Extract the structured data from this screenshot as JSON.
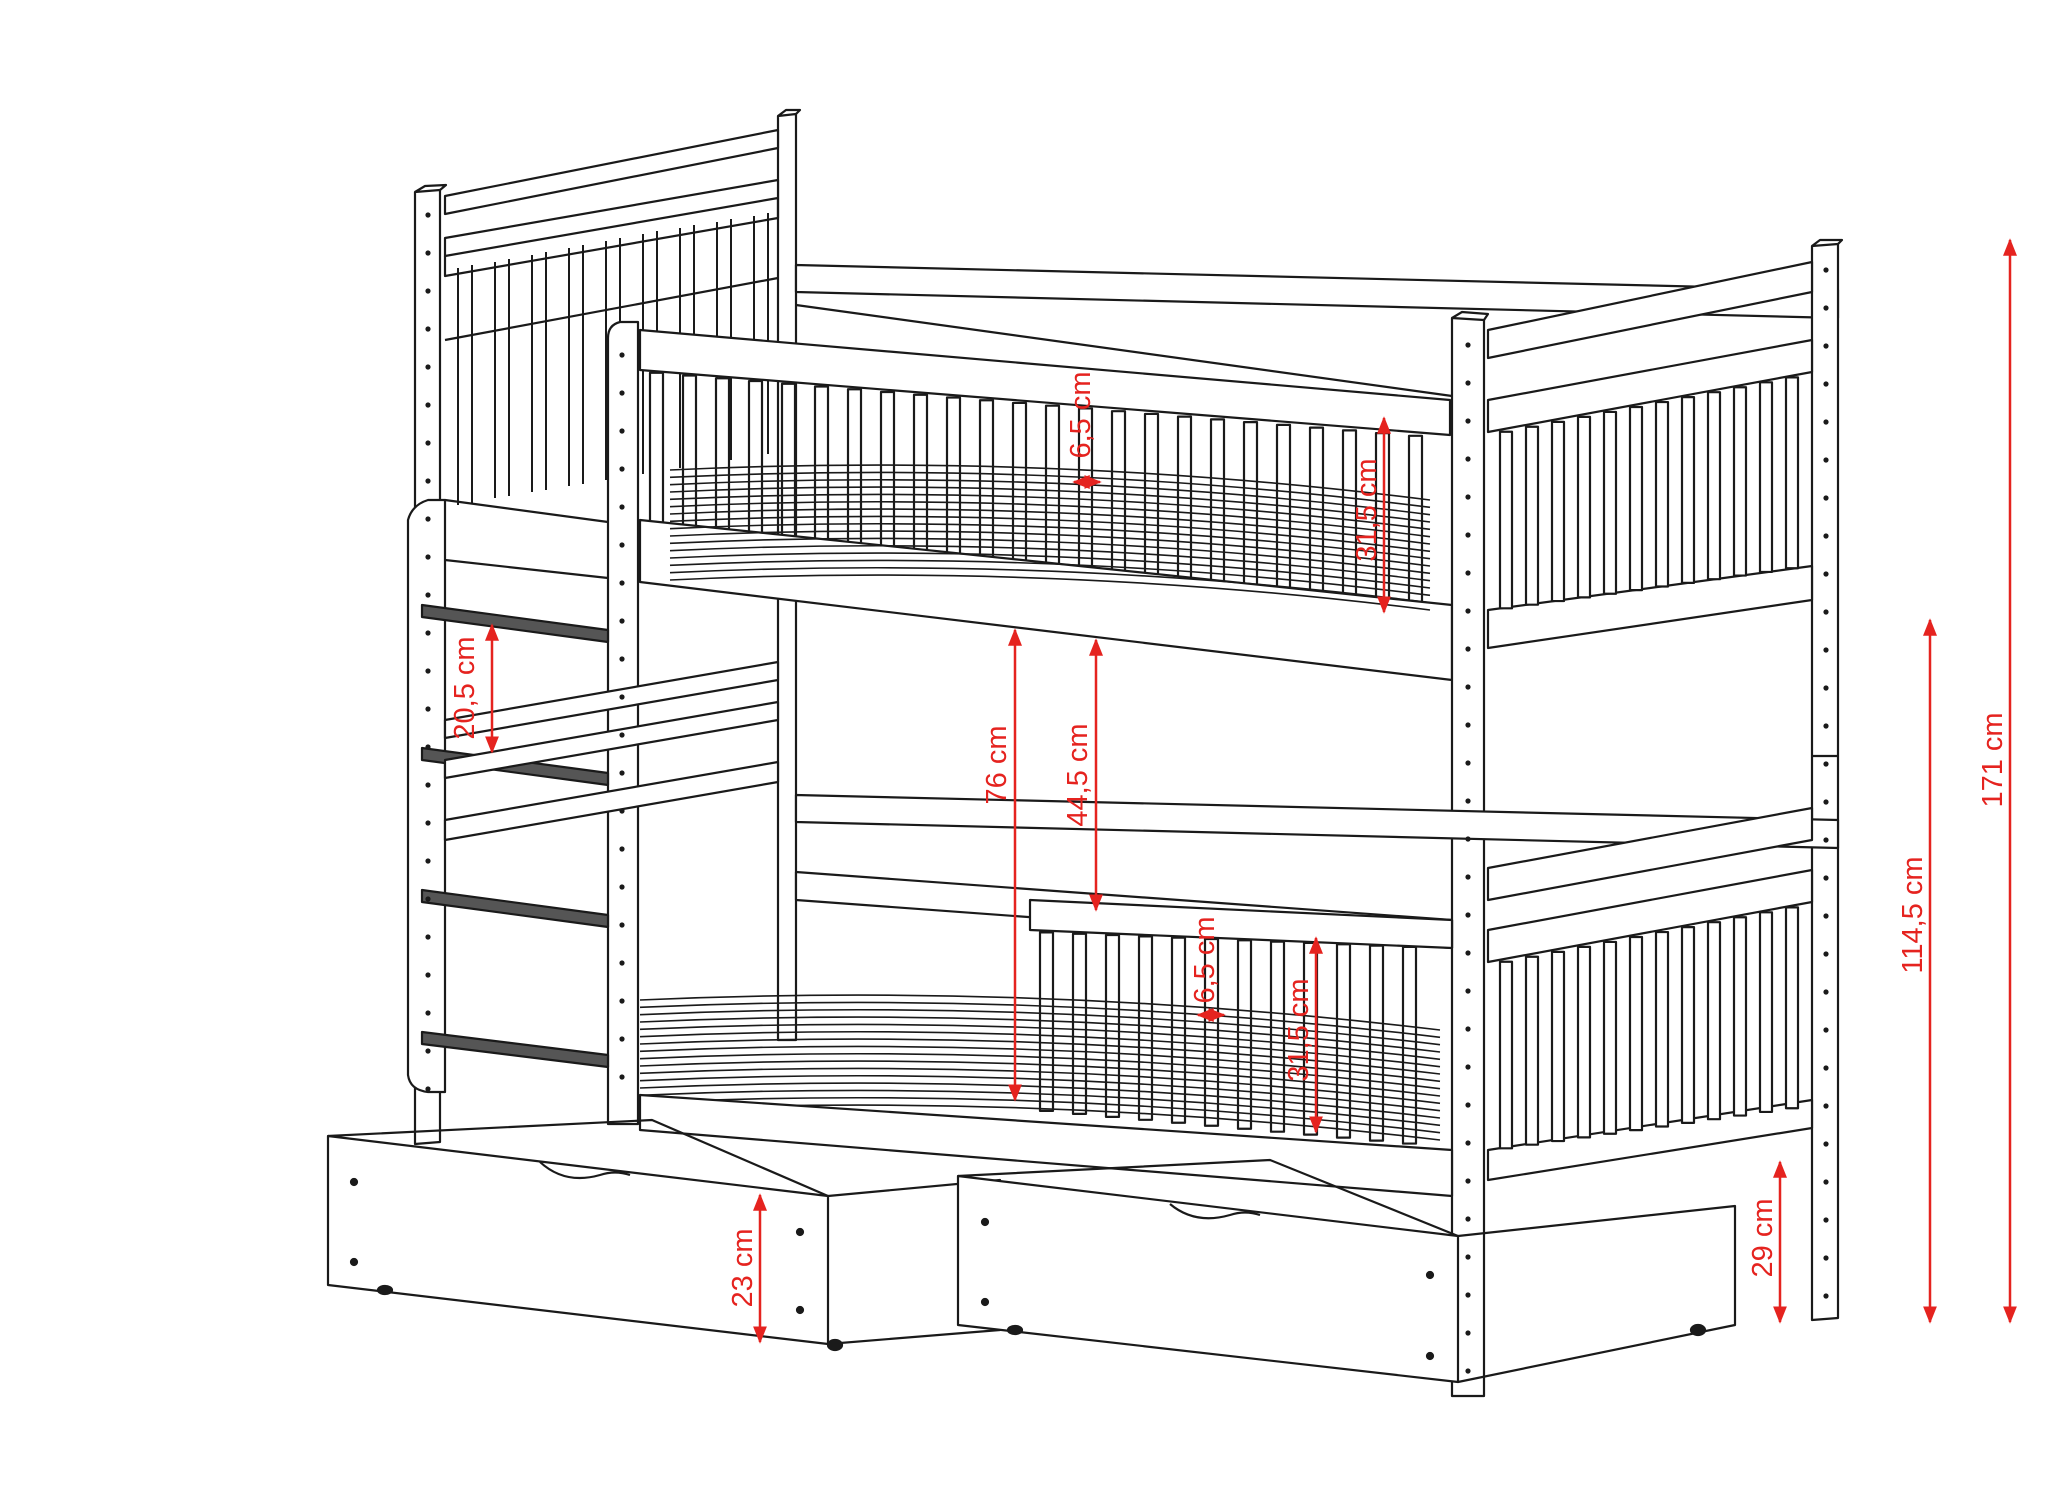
{
  "colors": {
    "line": "#1a1a1a",
    "dimension": "#e5231f",
    "background": "#ffffff"
  },
  "dimensions": {
    "total_height": "171 cm",
    "upper_bed_height": "114,5 cm",
    "underbed_clearance": "29 cm",
    "drawer_height": "23 cm",
    "ladder_step": "20,5 cm",
    "clearance_upper_frame": "76 cm",
    "clearance_between_beds": "44,5 cm",
    "upper_rail_height": "31,5 cm",
    "upper_slat_gap": "6,5 cm",
    "lower_rail_height": "31,5 cm",
    "lower_slat_gap": "6,5 cm"
  }
}
